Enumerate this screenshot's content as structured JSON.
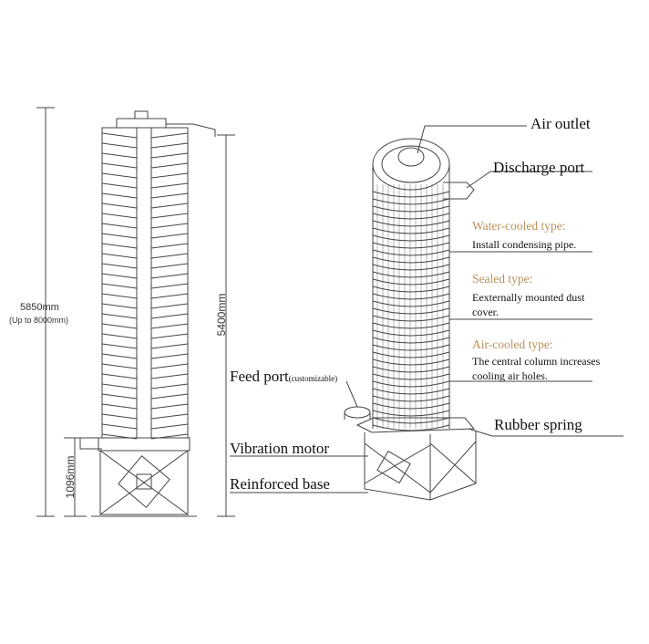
{
  "dimensions": {
    "total_height": "5850mm",
    "total_height_note": "(Up to 8000mm)",
    "column_height": "5400mm",
    "base_height": "1096mm"
  },
  "labels": {
    "air_outlet": "Air outlet",
    "discharge_port": "Discharge port",
    "feed_port": "Feed port",
    "feed_port_note": "(customizable)",
    "vibration_motor": "Vibration motor",
    "reinforced_base": "Reinforced base",
    "rubber_spring": "Rubber spring"
  },
  "types": [
    {
      "title": "Water-cooled type:",
      "line1": "Install condensing pipe.",
      "line2": ""
    },
    {
      "title": "Sealed type:",
      "line1": "Eexternally mounted dust",
      "line2": "cover."
    },
    {
      "title": "Air-cooled type:",
      "line1": "The central column increases",
      "line2": "cooling air holes."
    }
  ],
  "colors": {
    "line": "#444444",
    "type_title": "#b8925a"
  }
}
